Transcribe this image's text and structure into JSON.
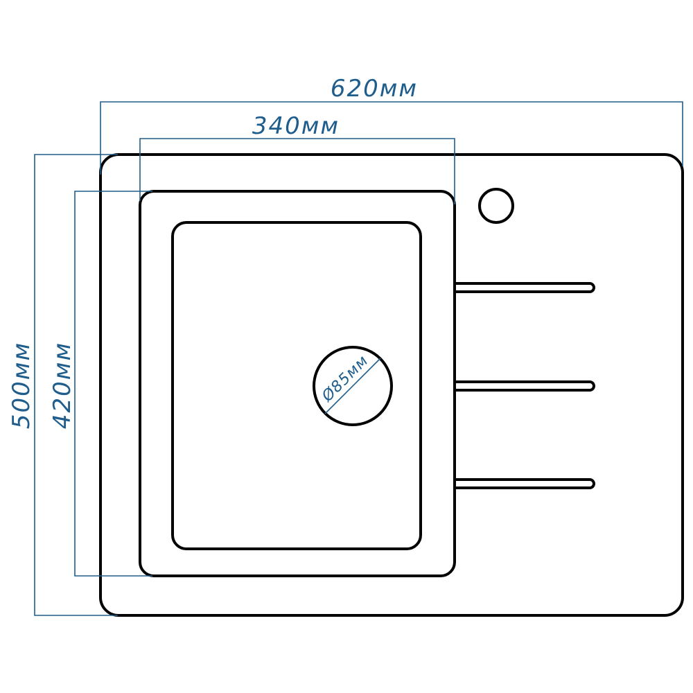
{
  "colors": {
    "dimension": "#1f5d8c",
    "outline": "#000000",
    "background": "#ffffff"
  },
  "dimensions": {
    "total_width": "620мм",
    "bowl_width": "340мм",
    "total_depth": "500мм",
    "bowl_depth": "420мм",
    "drain_diameter": "Ø85мм"
  }
}
